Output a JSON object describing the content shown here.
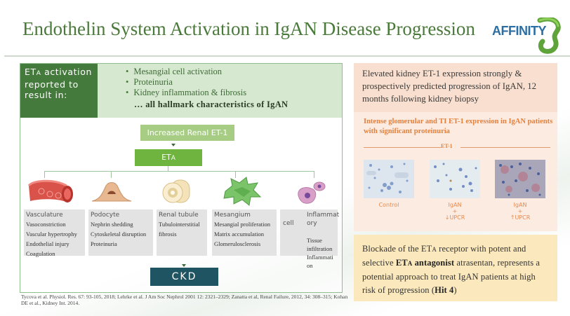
{
  "slide": {
    "title": "Endothelin System Activation in IgAN Disease Progression",
    "logo_text": "AFFINITY",
    "colors": {
      "title_green": "#4a7a3a",
      "dark_green": "#447a3c",
      "light_green_panel": "#d6e9d0",
      "eta_green": "#6eb43f",
      "ire_green": "#a7cd85",
      "ckd_teal": "#1f5562",
      "logo_blue": "#2b6ea3",
      "peach": "#f8dfcf",
      "orange_text": "#e3803d",
      "yellow_panel": "#fbe9bd"
    }
  },
  "left": {
    "header": {
      "label_prefix": "ET",
      "label_sub": "A",
      "label_rest": " activation reported to result in:"
    },
    "effects": [
      "Mesangial  cell activation",
      "Proteinuria",
      "Kidney inflammation & fibrosis"
    ],
    "summary": "… all hallmark characteristics of IgAN",
    "flow": {
      "top": "Increased Renal ET-1",
      "receptor_prefix": "ET",
      "receptor_sub": "A",
      "bottom": "CKD"
    },
    "targets": [
      {
        "name": "Vasculature",
        "icon": "blood-vessel-icon",
        "effects": [
          "Vasoconstriction",
          "Vascular hypertrophy",
          "Endothelial injury",
          "Coagulation"
        ]
      },
      {
        "name": "Podocyte",
        "icon": "podocyte-cell-icon",
        "effects": [
          "Nephrin  shedding",
          "Cytoskeletal  disruption",
          "Proteinuria"
        ]
      },
      {
        "name": "Renal tubule",
        "icon": "renal-tubule-icon",
        "effects": [
          "Tubulointerstitial",
          "fibrosis"
        ]
      },
      {
        "name": "Mesangium",
        "icon": "mesangial-cells-icon",
        "effects": [
          "Mesangial  proliferation",
          "Matrix  accumulation",
          "Glomerulosclerosis"
        ]
      },
      {
        "name_part1": "cell",
        "name_part2a": "Inflammat",
        "name_part2b": "ory",
        "icon": "inflammatory-cells-icon",
        "effects": [
          "Tissue",
          "infiltration",
          "Inflammati",
          "on"
        ]
      }
    ],
    "references": "Tycova et al. Physiol. Res. 67: 93-105, 2018; Lehrke et al. J Am Soc Nephrol 2001 12: 2321–2329; Zanatta et al, Renal Failure,  2012, 34: 308–315; Kohan DE et al., Kidney Int. 2014."
  },
  "right": {
    "top_text": "Elevated kidney ET-1 expression strongly & prospectively predicted progression of IgAN, 12 months following kidney biopsy",
    "mid_title": "Intense glomerular and TI ET-1 expression in IgAN patients with significant proteinuria",
    "stain_label": "ET-1",
    "images": [
      {
        "label_l1": "Control",
        "label_l2": "",
        "label_l3": ""
      },
      {
        "label_l1": "IgAN",
        "label_l2": "+",
        "label_l3": "↓UPCR"
      },
      {
        "label_l1": "IgAN",
        "label_l2": "+",
        "label_l3": "↑UPCR"
      }
    ],
    "bottom": {
      "t1": "Blockade of the ET",
      "t1_sub": "A",
      "t2": " receptor with potent and selective ",
      "b1": "ET",
      "b1_sub": "A",
      "b2": " antagonist",
      "t3": " atrasentan, represents a potential approach to treat IgAN  patients at high risk of progression (",
      "b3": "Hit 4",
      "t4": ")"
    }
  }
}
